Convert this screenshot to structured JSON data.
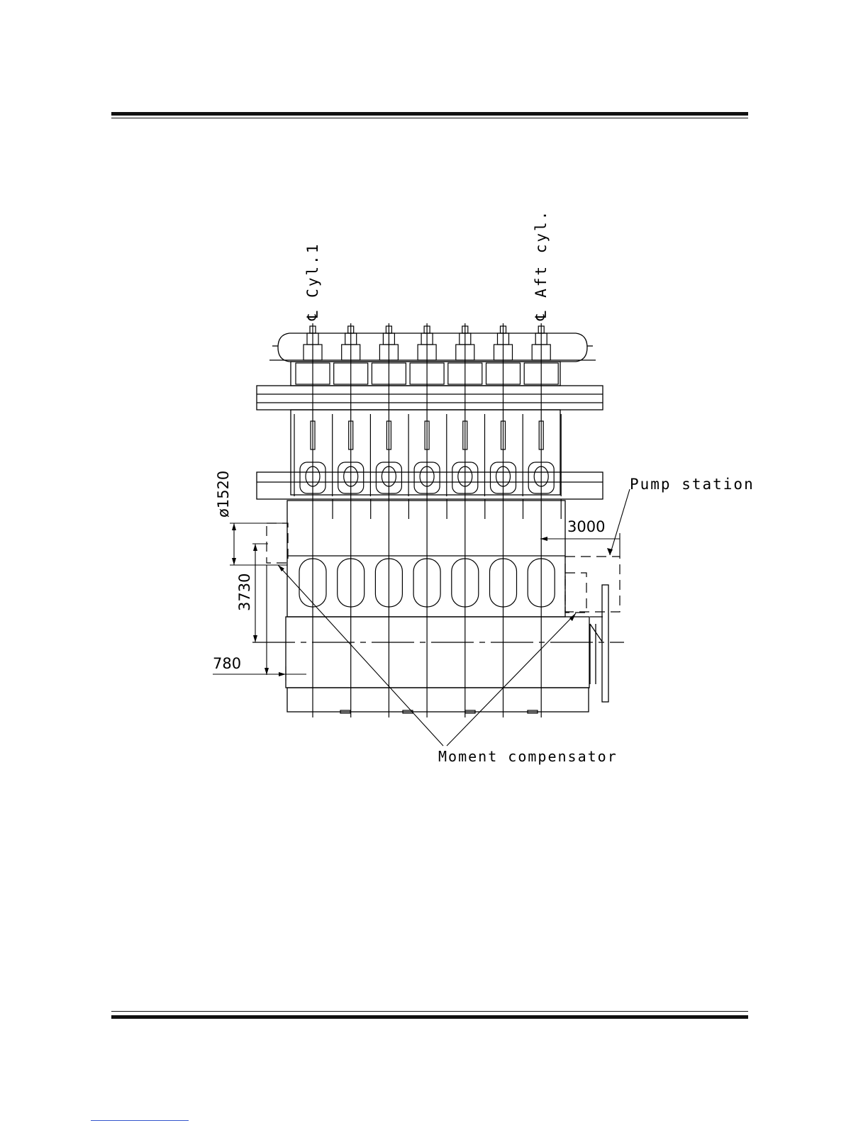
{
  "labels": {
    "cyl1": "℄ Cyl.1",
    "aft_cyl": "℄ Aft cyl.",
    "pump_station": "Pump station",
    "moment_compensator": "Moment compensator"
  },
  "dimensions": {
    "d1520": "ø1520",
    "d3000": "3000",
    "d3730": "3730",
    "d780": "780"
  },
  "cylinder_count": 7
}
